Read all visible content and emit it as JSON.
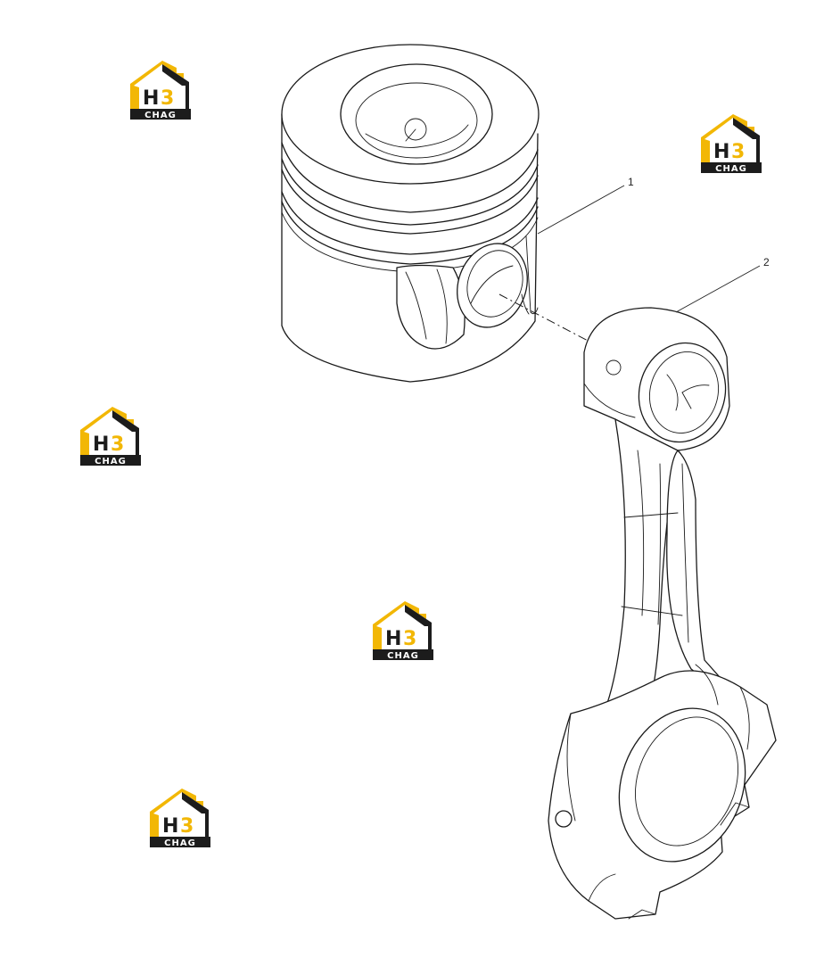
{
  "callouts": [
    {
      "id": "1",
      "label": "1"
    },
    {
      "id": "2",
      "label": "2"
    }
  ],
  "watermark": {
    "letters": "H3",
    "text": "CHAG",
    "icon": "house-logo-icon",
    "colors": {
      "yellow": "#F2B705",
      "dark": "#1c1c1c"
    }
  }
}
